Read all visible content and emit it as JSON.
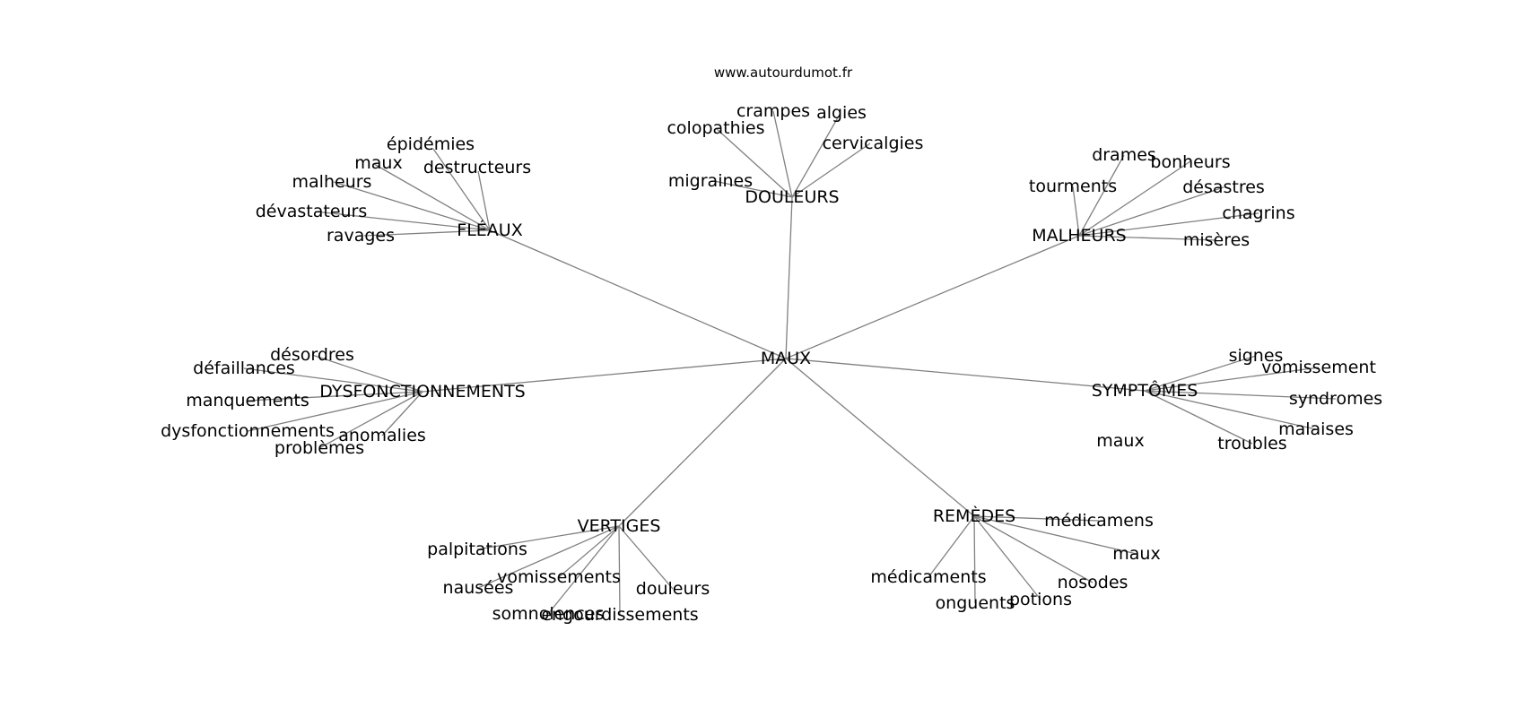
{
  "source_label": "www.autourdumot.fr",
  "center": {
    "label": "MAUX"
  },
  "groups": [
    {
      "label": "FLÉAUX",
      "leaves": [
        "épidémies",
        "maux",
        "destructeurs",
        "malheurs",
        "dévastateurs",
        "ravages"
      ]
    },
    {
      "label": "DOULEURS",
      "leaves": [
        "crampes",
        "algies",
        "colopathies",
        "cervicalgies",
        "migraines"
      ]
    },
    {
      "label": "MALHEURS",
      "leaves": [
        "drames",
        "bonheurs",
        "tourments",
        "désastres",
        "chagrins",
        "misères"
      ]
    },
    {
      "label": "DYSFONCTIONNEMENTS",
      "leaves": [
        "désordres",
        "défaillances",
        "manquements",
        "dysfonctionnements",
        "anomalies",
        "problèmes"
      ]
    },
    {
      "label": "SYMPTÔMES",
      "leaves": [
        "signes",
        "vomissement",
        "syndromes",
        "malaises",
        "troubles",
        "maux"
      ]
    },
    {
      "label": "VERTIGES",
      "leaves": [
        "palpitations",
        "vomissements",
        "nausées",
        "douleurs",
        "somnolences",
        "engourdissements"
      ]
    },
    {
      "label": "REMÈDES",
      "leaves": [
        "médicamens",
        "maux",
        "médicaments",
        "nosodes",
        "potions",
        "onguents"
      ]
    }
  ]
}
